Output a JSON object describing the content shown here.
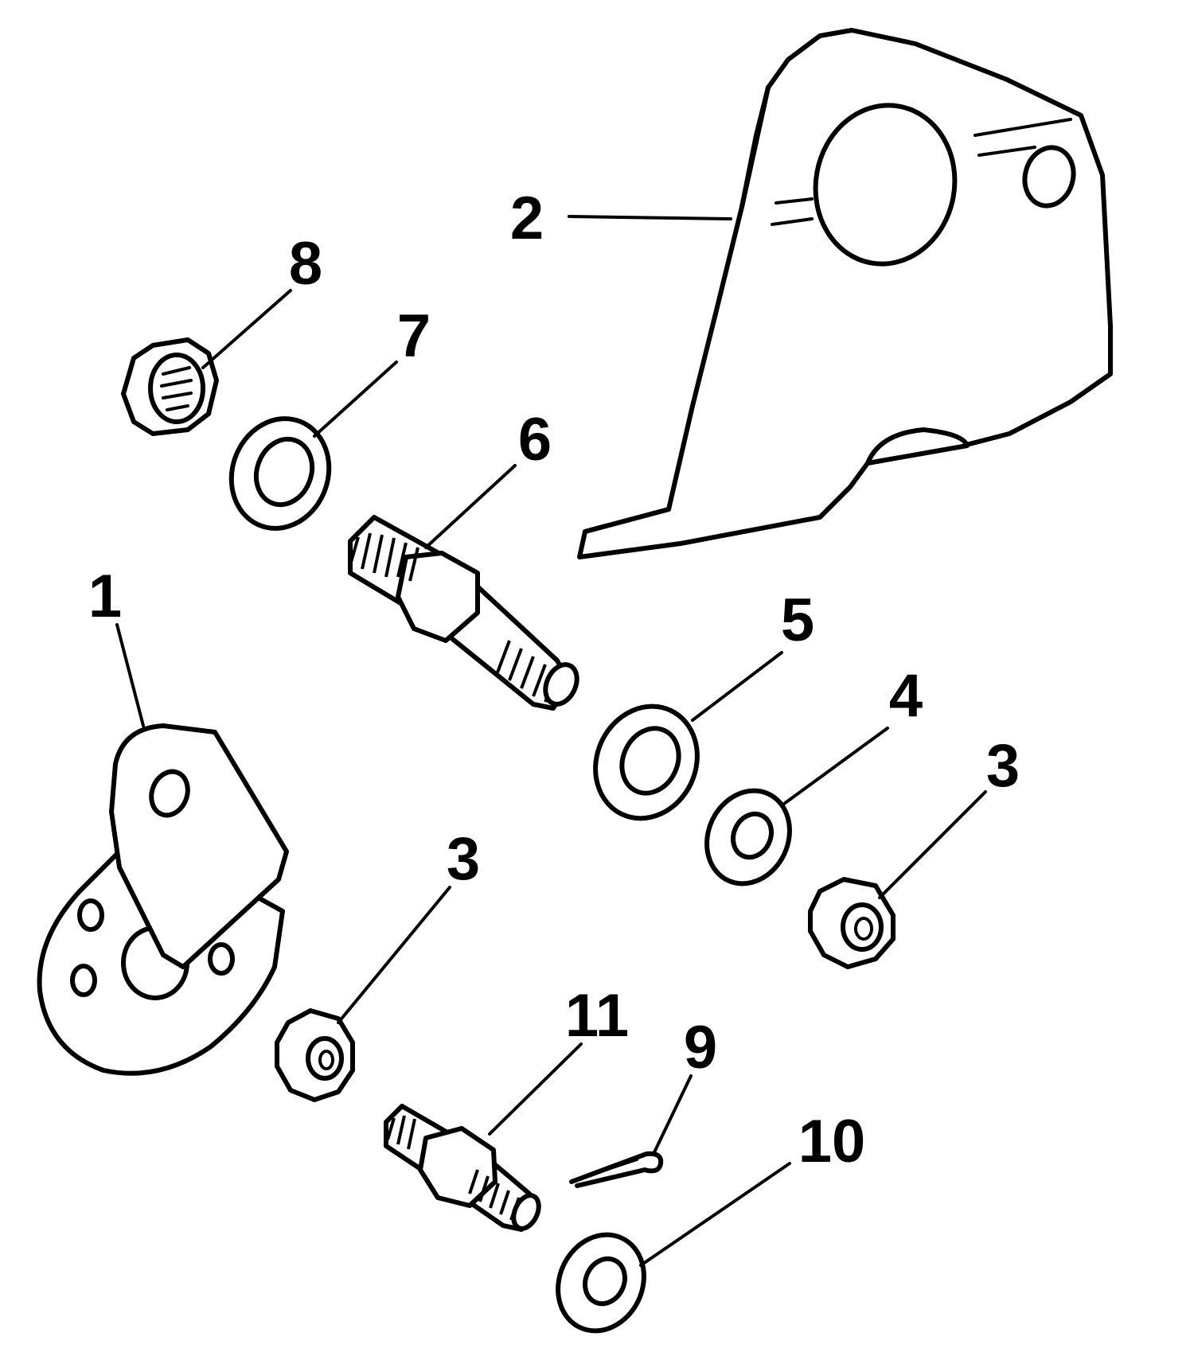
{
  "callouts": {
    "c1": "1",
    "c2": "2",
    "c3a": "3",
    "c3b": "3",
    "c4": "4",
    "c5": "5",
    "c6": "6",
    "c7": "7",
    "c8": "8",
    "c9": "9",
    "c10": "10",
    "c11": "11"
  }
}
